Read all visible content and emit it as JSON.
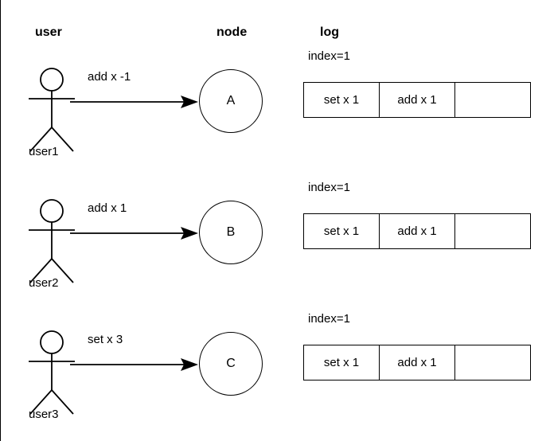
{
  "headers": {
    "user": "user",
    "node": "node",
    "log": "log"
  },
  "colors": {
    "stroke": "#000000",
    "background": "#ffffff",
    "text": "#000000"
  },
  "rows": [
    {
      "actor_label": "user1",
      "actor_icon": "stick-figure-icon",
      "message": "add x -1",
      "arrow_icon": "arrow-right-icon",
      "node_label": "A",
      "log": {
        "index_text": "index=1",
        "cells": [
          "set x 1",
          "add x 1",
          ""
        ]
      }
    },
    {
      "actor_label": "user2",
      "actor_icon": "stick-figure-icon",
      "message": "add x 1",
      "arrow_icon": "arrow-right-icon",
      "node_label": "B",
      "log": {
        "index_text": "index=1",
        "cells": [
          "set x 1",
          "add x 1",
          ""
        ]
      }
    },
    {
      "actor_label": "user3",
      "actor_icon": "stick-figure-icon",
      "message": "set x 3",
      "arrow_icon": "arrow-right-icon",
      "node_label": "C",
      "log": {
        "index_text": "index=1",
        "cells": [
          "set x 1",
          "add x 1",
          ""
        ]
      }
    }
  ]
}
